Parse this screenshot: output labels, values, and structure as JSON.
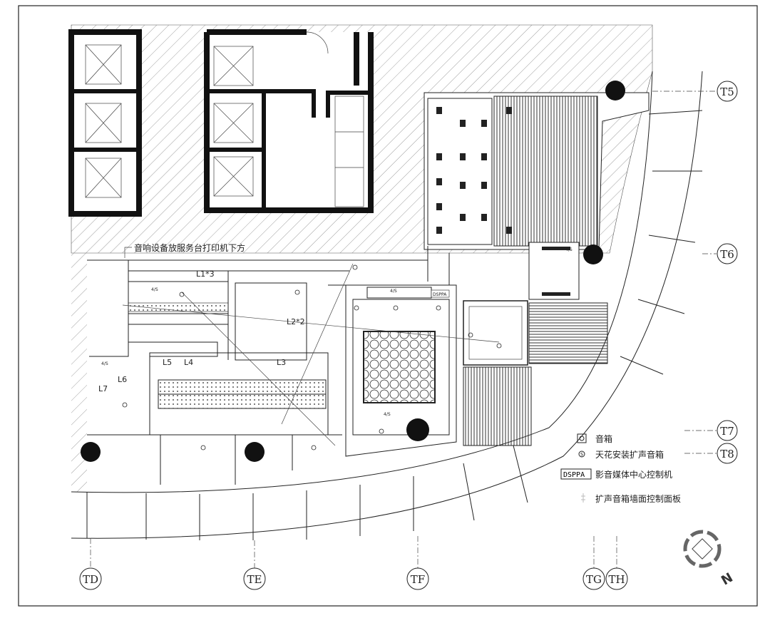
{
  "annotation": "音响设备放服务台打印机下方",
  "rooms": [
    "L1*3",
    "L2*2",
    "L3",
    "L4",
    "L5",
    "L6",
    "L7"
  ],
  "grid_right": [
    "T5",
    "T6",
    "T7",
    "T8"
  ],
  "grid_bottom": [
    "TD",
    "TE",
    "TF",
    "TG",
    "TH"
  ],
  "speaker_tag": "4/S",
  "device_tag": "DSPPA",
  "legend": [
    {
      "icon": "speaker-box-icon",
      "label": "音箱"
    },
    {
      "icon": "ceiling-speaker-icon",
      "symbol": "S",
      "label": "天花安装扩声音箱"
    },
    {
      "icon": "dsppa-box-icon",
      "symbol": "DSPPA",
      "label": "影音媒体中心控制机"
    },
    {
      "icon": "wall-panel-icon",
      "label": "扩声音箱墙面控制面板"
    }
  ],
  "north": "N"
}
